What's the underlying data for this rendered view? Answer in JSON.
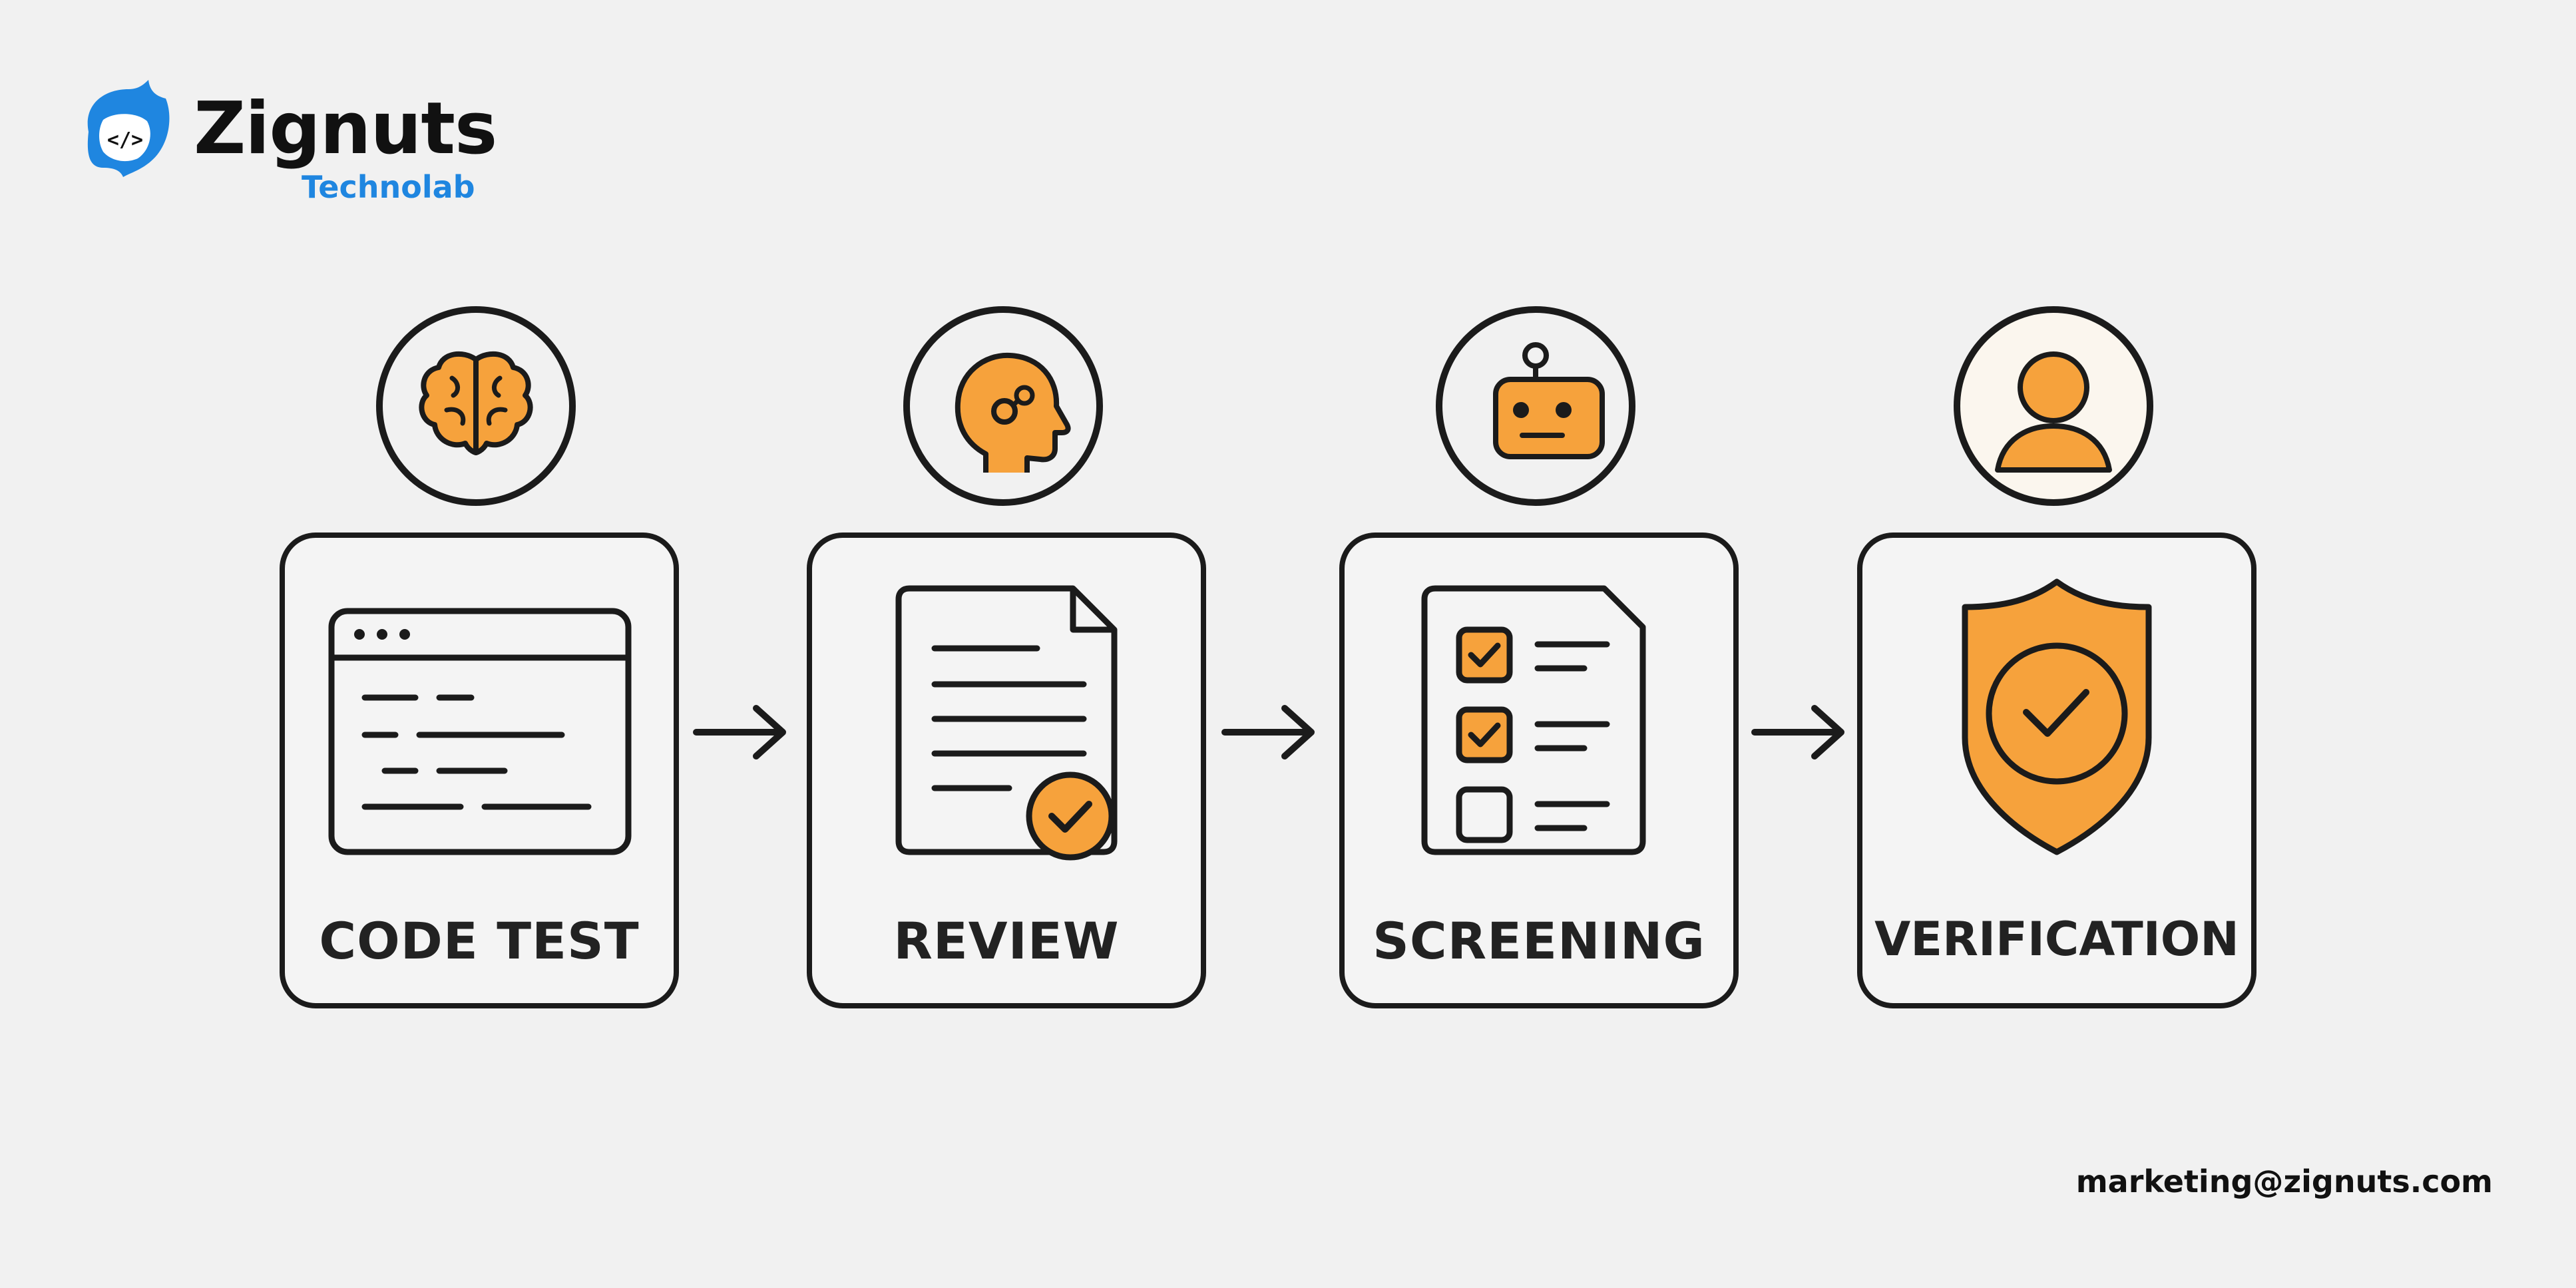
{
  "brand": {
    "name": "Zignuts",
    "tagline": "Technolab",
    "logo_icon": "code-bracket-leaf-icon",
    "logo_glyph": "</>",
    "name_color": "#111111",
    "accent_color": "#1f86e0"
  },
  "steps": [
    {
      "label": "CODE TEST",
      "top_icon": "brain-icon",
      "card_icon": "code-window-icon"
    },
    {
      "label": "REVIEW",
      "top_icon": "head-gears-icon",
      "card_icon": "document-check-icon"
    },
    {
      "label": "SCREENING",
      "top_icon": "robot-icon",
      "card_icon": "checklist-icon"
    },
    {
      "label": "VERIFICATION",
      "top_icon": "person-icon",
      "card_icon": "shield-check-icon"
    }
  ],
  "connectors": [
    "arrow-right-icon",
    "arrow-right-icon",
    "arrow-right-icon"
  ],
  "contact": {
    "email": "marketing@zignuts.com"
  },
  "colors": {
    "accent_orange": "#f6a23c",
    "outline": "#1b1b1b",
    "background": "#f1f1f1"
  }
}
